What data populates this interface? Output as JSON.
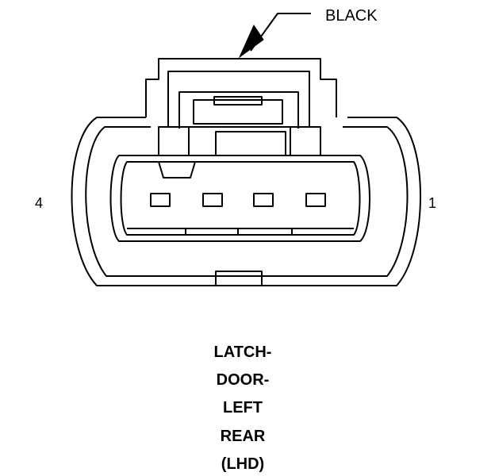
{
  "connector": {
    "color_label": "BLACK",
    "pin_left_label": "4",
    "pin_right_label": "1"
  },
  "caption": {
    "lines": [
      "LATCH-",
      "DOOR-",
      "LEFT",
      "REAR",
      "(LHD)"
    ]
  },
  "colors": {
    "line": "#000000",
    "background": "#ffffff"
  }
}
